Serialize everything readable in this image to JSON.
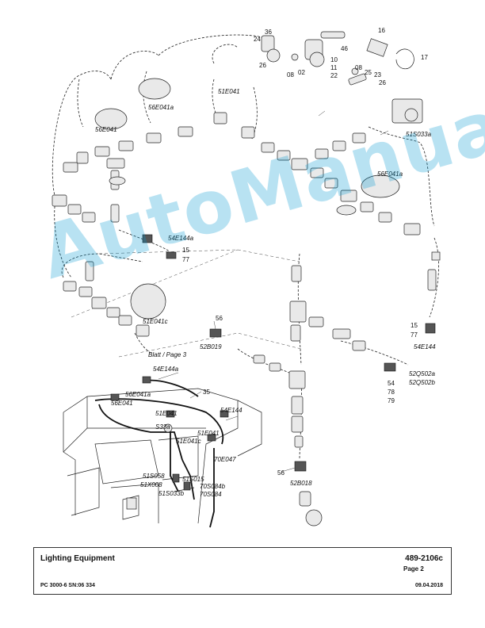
{
  "watermark": "AutoManual",
  "footer": {
    "title": "Lighting Equipment",
    "code": "489-2106c",
    "page": "Page 2",
    "model": "PC 3000-6 SN:06 334",
    "date": "09.04.2018"
  },
  "labels": {
    "l_36": "36",
    "l_24": "24",
    "l_26a": "26",
    "l_46": "46",
    "l_10": "10",
    "l_11": "11",
    "l_22": "22",
    "l_08a": "08",
    "l_02": "02",
    "l_16": "16",
    "l_17": "17",
    "l_08b": "08",
    "l_25": "25",
    "l_23": "23",
    "l_26b": "26",
    "l_51E041": "51E041",
    "l_56E041a": "56E041a",
    "l_56E041": "56E041",
    "l_51S033a": "51S033a",
    "l_56E041a_r": "56E041a",
    "l_54E144a": "54E144a",
    "l_15a": "15",
    "l_77a": "77",
    "l_51E041c": "51E041c",
    "l_blatt": "Blatt / Page 3",
    "l_56a": "56",
    "l_52B019": "52B019",
    "l_15b": "15",
    "l_77b": "77",
    "l_54E144": "54E144",
    "l_54": "54",
    "l_78": "78",
    "l_79": "79",
    "l_52Q502a": "52Q502a",
    "l_52Q502b": "52Q502b",
    "l_54E144a_b": "54E144a",
    "l_35": "35",
    "l_56E041a_b": "56E041a",
    "l_56E041_b": "56E041",
    "l_51E041_b": "51E041",
    "l_54E144_b": "54E144",
    "l_S33a": "S33a",
    "l_51E041_c": "51E041",
    "l_51E041c_b": "51E041c",
    "l_70E047": "70E047",
    "l_51S058": "51S058",
    "l_51X008": "51X008",
    "l_51S015": "51S015",
    "l_70S084b": "70S084b",
    "l_51S033b": "51S033b",
    "l_70S084": "70S084",
    "l_56b": "56",
    "l_52B018": "52B018"
  }
}
